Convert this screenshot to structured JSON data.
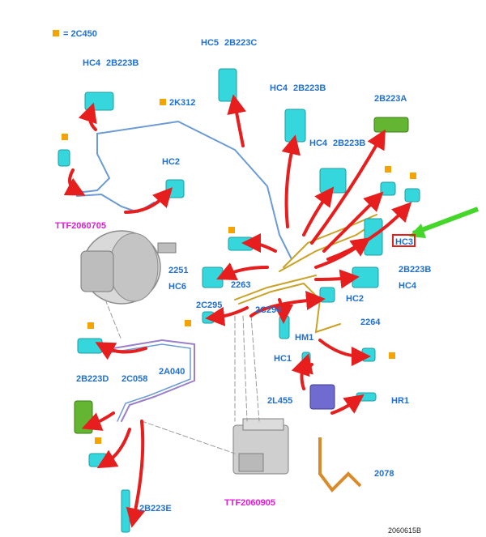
{
  "legend": {
    "marker_color": "#f5a300",
    "text": "= 2C450"
  },
  "labels": {
    "hc4_a": "HC4",
    "b223b_a": "2B223B",
    "hc5": "HC5",
    "b223c": "2B223C",
    "hc4_b": "HC4",
    "b223b_b": "2B223B",
    "b223a": "2B223A",
    "hc4_c": "HC4",
    "b223b_c": "2B223B",
    "k312": "2K312",
    "hc2_a": "HC2",
    "ttf_top": "TTF2060705",
    "hc3": "HC3",
    "n2251": "2251",
    "hc6": "HC6",
    "n2263": "2263",
    "b223b_d": "2B223B",
    "hc4_d": "HC4",
    "c295": "2C295",
    "c294": "2C294",
    "hc2_b": "HC2",
    "n2264": "2264",
    "hm1": "HM1",
    "hc1": "HC1",
    "a040": "2A040",
    "b223d": "2B223D",
    "c058": "2C058",
    "l455": "2L455",
    "hr1": "HR1",
    "n2078": "2078",
    "b223e": "2B223E",
    "ttf_bottom": "TTF2060905",
    "ref": "2060615B"
  },
  "colors": {
    "label": "#1f6fd1",
    "ttf": "#e01bd3",
    "part": "#36d7dc",
    "part_dark": "#1c9ea3",
    "arrow": "#e61e1e",
    "highlight_arrow": "#45d62a",
    "highlight_box": "#e0201f",
    "marker": "#f5a300",
    "brake_line_blue": "#6b9bd6",
    "brake_line_gold": "#c9a227",
    "brake_line_purple": "#9a7fc9",
    "green_part": "#63b532",
    "wiring": "#d98a2b"
  }
}
